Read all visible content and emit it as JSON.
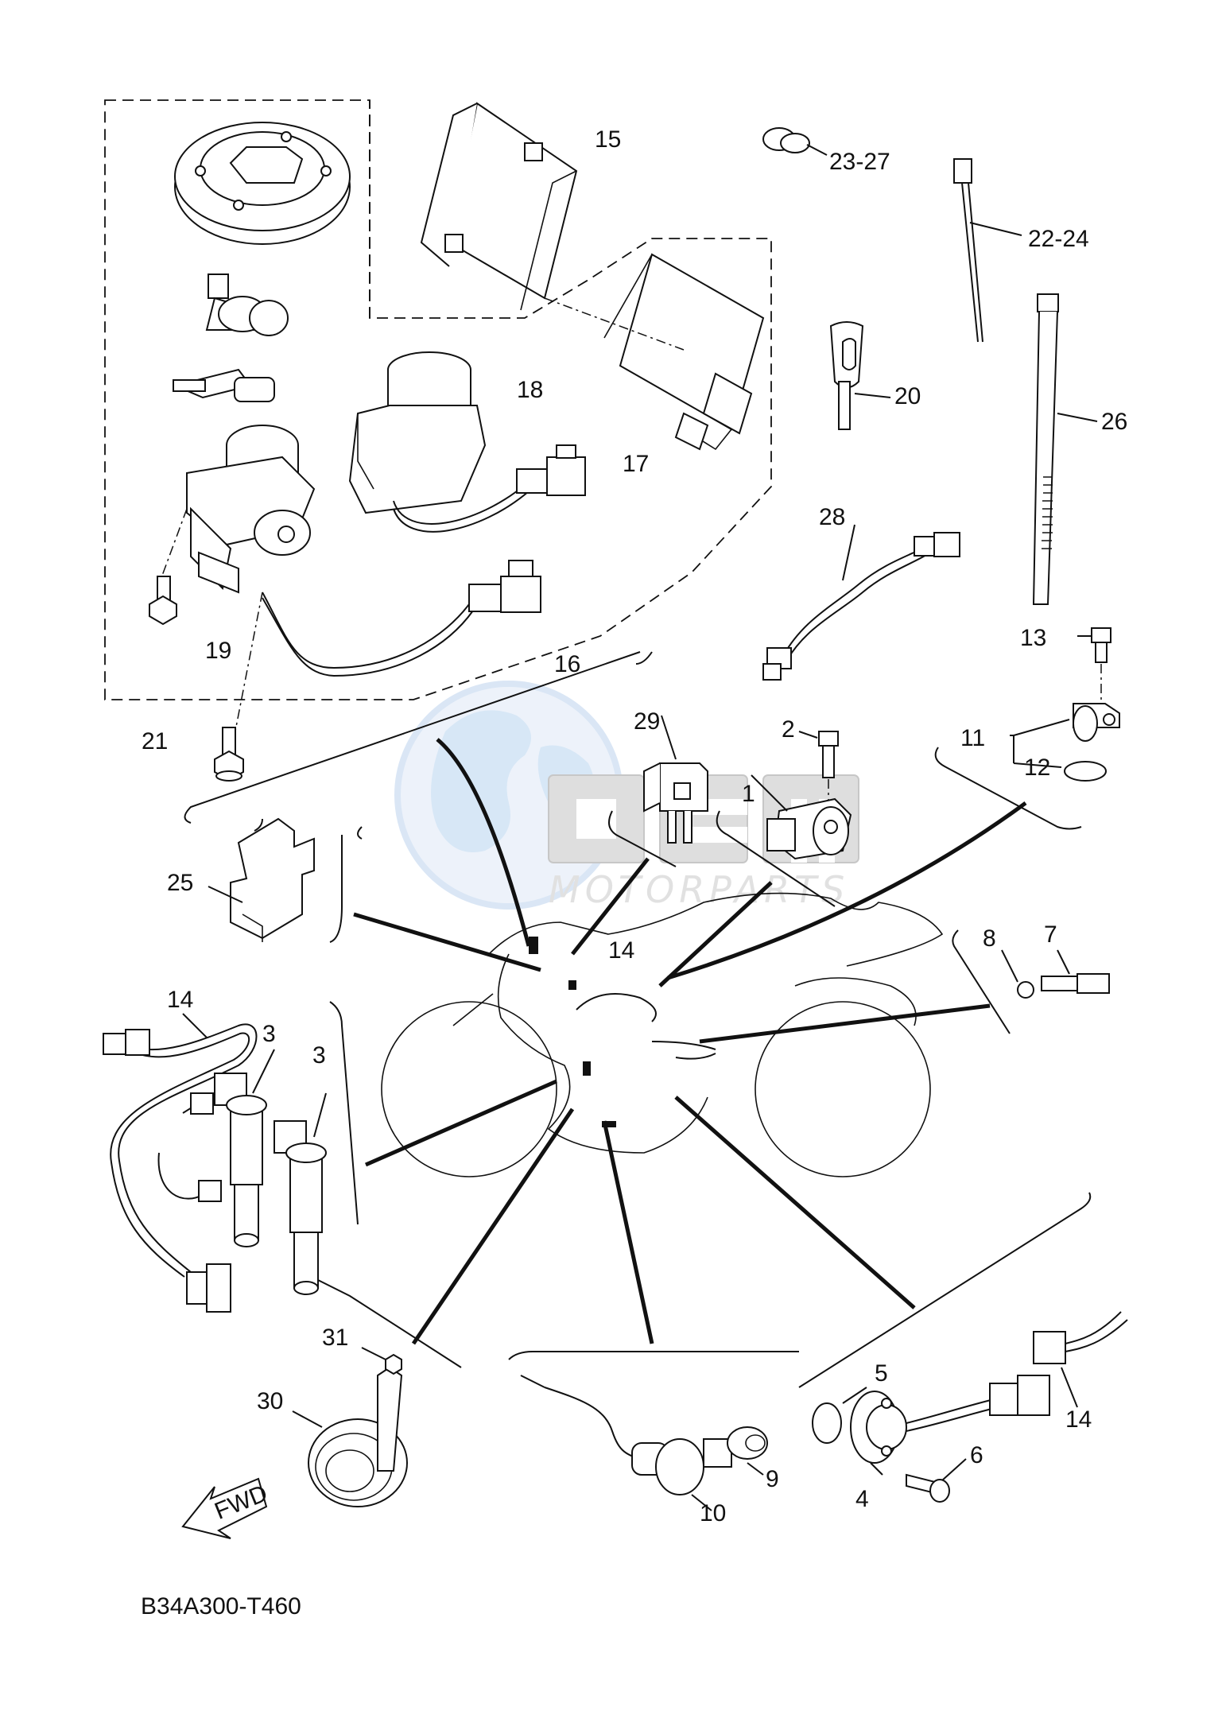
{
  "diagram": {
    "code": "B34A300-T460",
    "direction_label": "FWD",
    "watermark": {
      "brand": "OEM",
      "subtitle": "MOTORPARTS"
    },
    "callouts": [
      {
        "id": "c1",
        "text": "1"
      },
      {
        "id": "c2",
        "text": "2"
      },
      {
        "id": "c3a",
        "text": "3"
      },
      {
        "id": "c3b",
        "text": "3"
      },
      {
        "id": "c4",
        "text": "4"
      },
      {
        "id": "c5",
        "text": "5"
      },
      {
        "id": "c6",
        "text": "6"
      },
      {
        "id": "c7",
        "text": "7"
      },
      {
        "id": "c8",
        "text": "8"
      },
      {
        "id": "c9",
        "text": "9"
      },
      {
        "id": "c10",
        "text": "10"
      },
      {
        "id": "c11",
        "text": "11"
      },
      {
        "id": "c12",
        "text": "12"
      },
      {
        "id": "c13",
        "text": "13"
      },
      {
        "id": "c14a",
        "text": "14"
      },
      {
        "id": "c14b",
        "text": "14"
      },
      {
        "id": "c14c",
        "text": "14"
      },
      {
        "id": "c15",
        "text": "15"
      },
      {
        "id": "c16",
        "text": "16"
      },
      {
        "id": "c17",
        "text": "17"
      },
      {
        "id": "c18",
        "text": "18"
      },
      {
        "id": "c19",
        "text": "19"
      },
      {
        "id": "c20",
        "text": "20"
      },
      {
        "id": "c21",
        "text": "21"
      },
      {
        "id": "c22",
        "text": "22-24"
      },
      {
        "id": "c23",
        "text": "23-27"
      },
      {
        "id": "c25",
        "text": "25"
      },
      {
        "id": "c26",
        "text": "26"
      },
      {
        "id": "c28",
        "text": "28"
      },
      {
        "id": "c29",
        "text": "29"
      },
      {
        "id": "c30",
        "text": "30"
      },
      {
        "id": "c31",
        "text": "31"
      }
    ]
  }
}
